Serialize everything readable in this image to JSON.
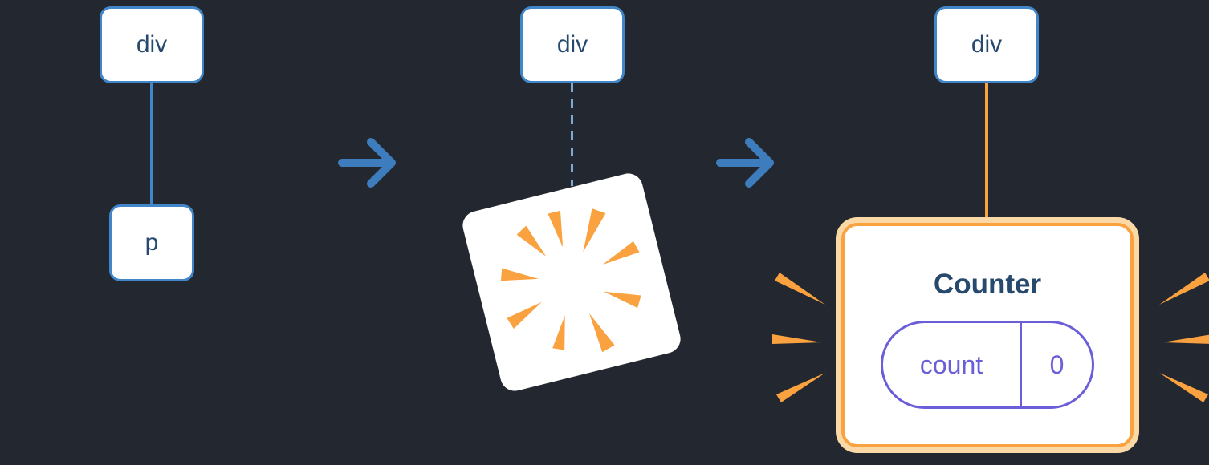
{
  "colors": {
    "background": "#23272f",
    "node_fill": "#ffffff",
    "node_border_blue": "#4086c8",
    "edge_dashed_blue": "#7aa9d8",
    "arrow_blue": "#3e7dbd",
    "label_navy": "#27496d",
    "orange": "#f9a23f",
    "orange_light": "#fbd9a6",
    "purple": "#6a5ed9"
  },
  "step_before": {
    "root_label": "div",
    "child_label": "p"
  },
  "step_removing": {
    "root_label": "div"
  },
  "step_after": {
    "root_label": "div",
    "component": {
      "title": "Counter",
      "state_key": "count",
      "state_value": "0"
    }
  },
  "icons": {
    "arrows": "arrow-right-icon",
    "poof": "poof-sparkle-icon",
    "bursts": "burst-rays-icon"
  }
}
